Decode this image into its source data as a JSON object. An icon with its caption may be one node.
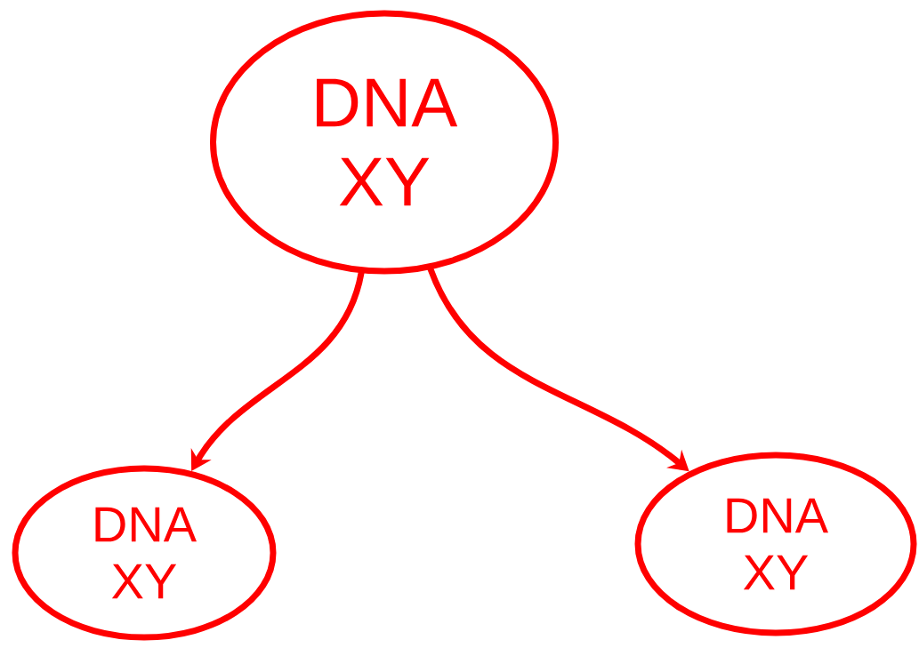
{
  "diagram": {
    "nodes": [
      {
        "text": [
          "DNA",
          "XY"
        ]
      },
      {
        "text": [
          "DNA",
          "XY"
        ]
      },
      {
        "text": [
          "DNA",
          "XY"
        ]
      }
    ],
    "edges": [
      {
        "from": 0,
        "to": 1,
        "arrow": "to"
      },
      {
        "from": 0,
        "to": 2,
        "arrow": "to"
      }
    ]
  }
}
